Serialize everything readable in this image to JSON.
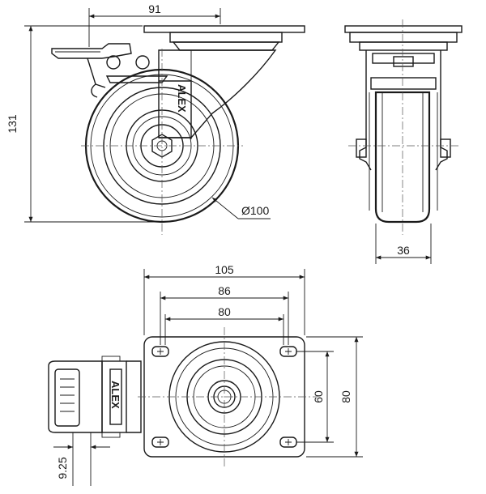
{
  "dimensions": {
    "top_width": "91",
    "overall_height": "131",
    "wheel_diameter": "Ø100",
    "wheel_width": "36",
    "plate_length": "105",
    "hole_spacing_outer": "86",
    "hole_spacing_inner": "80",
    "plate_width": "80",
    "hole_spacing_width": "60",
    "brake_offset": "9.25"
  },
  "brand_marks": {
    "side_logo": "ALEX",
    "brake_logo": "ALEX"
  }
}
